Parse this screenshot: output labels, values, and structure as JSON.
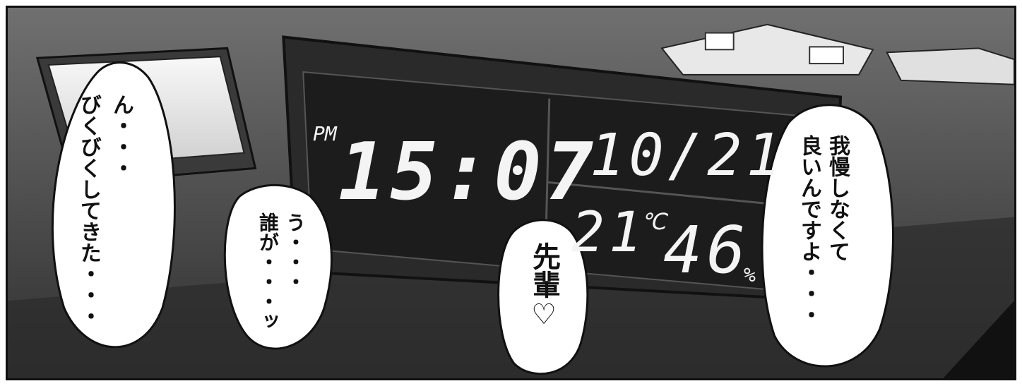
{
  "clock": {
    "ampm": "PM",
    "time": "15:07",
    "date": "10/21",
    "temperature": "21",
    "temperature_unit": "℃",
    "humidity": "46",
    "humidity_unit": "%"
  },
  "bubbles": {
    "left_line1": "ん・・・",
    "left_line2": "びくびくしてきた・・・",
    "middle_line1": "う・・・",
    "middle_line2": "誰が・・・ッ",
    "center": "先輩♡",
    "right_line1": "我慢しなくて",
    "right_line2": "良いんですよ・・・"
  },
  "colors": {
    "lcd_background": "#1c1c1c",
    "lcd_text": "#f4f4f4",
    "bubble_fill": "#ffffff",
    "bubble_outline": "#111111"
  }
}
